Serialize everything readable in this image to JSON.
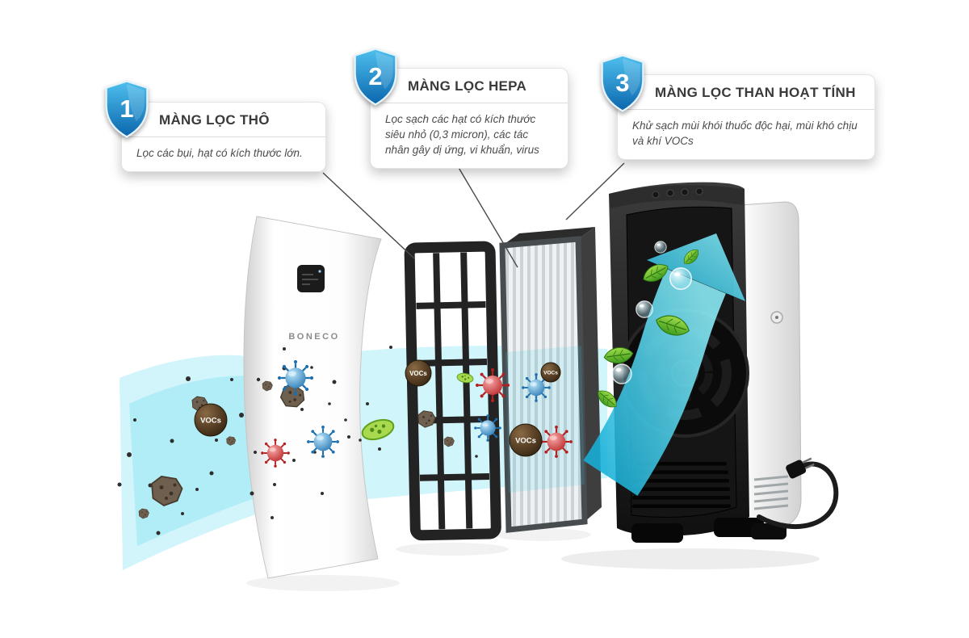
{
  "callouts": [
    {
      "number": "1",
      "title": "MÀNG LỌC THÔ",
      "description": "Lọc các bụi, hạt có kích thước lớn."
    },
    {
      "number": "2",
      "title": "MÀNG LỌC HEPA",
      "description": "Lọc sạch các hạt có kích thước siêu nhỏ (0,3 micron), các tác nhân gây dị ứng, vi khuẩn, virus"
    },
    {
      "number": "3",
      "title": "MÀNG LỌC THAN HOẠT TÍNH",
      "description": "Khử sạch mùi khói thuốc độc hại, mùi khó chịu và khí VOCs"
    }
  ],
  "device": {
    "brand": "BONECO"
  },
  "particles": {
    "vocs_label": "VOCs"
  },
  "colors": {
    "shield_blue_light": "#4fc0ee",
    "shield_blue_dark": "#0a66ad",
    "airflow_cyan": "#35c8e8",
    "vocs_brown": "#5d4428",
    "virus_blue": "#1d6fae",
    "virus_red": "#b51f1f",
    "bacteria_green": "#a8d94e",
    "leaf_green": "#4caf2e"
  }
}
